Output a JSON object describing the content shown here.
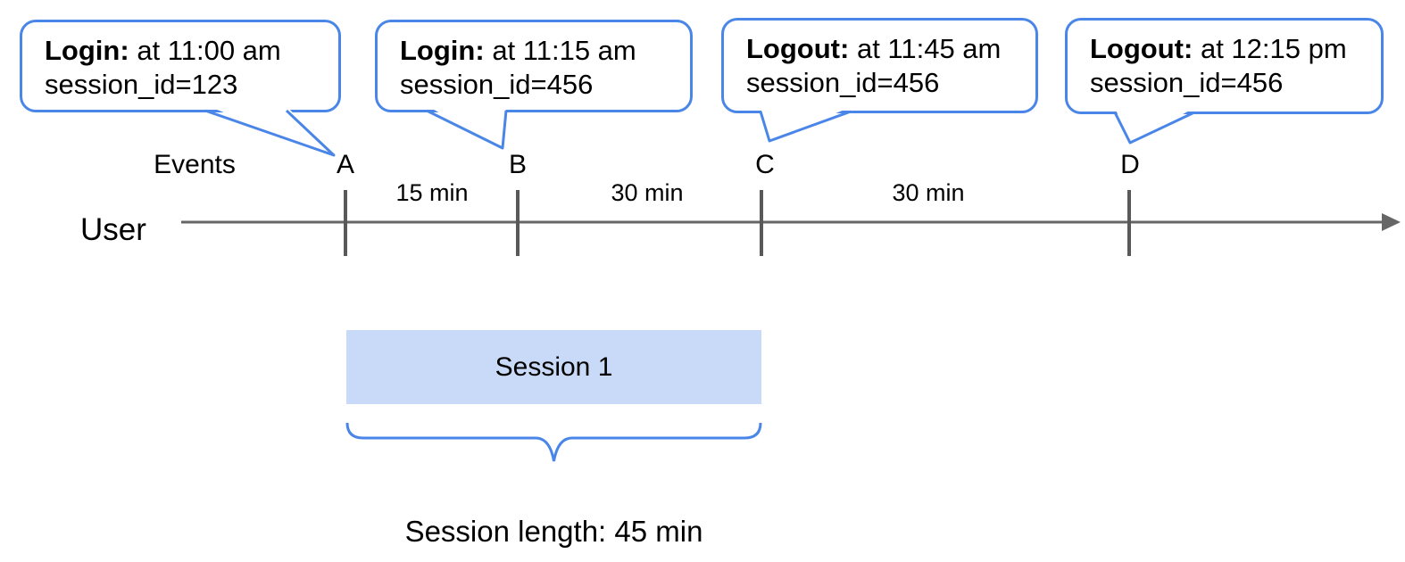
{
  "diagram": {
    "title_semantics": "User session events timeline",
    "axis": {
      "events_label": "Events",
      "user_label": "User"
    },
    "callouts": [
      {
        "event": "Login:",
        "detail": "at 11:00 am",
        "session_line": "session_id=123",
        "points_to": "A"
      },
      {
        "event": "Login:",
        "detail": "at 11:15 am",
        "session_line": "session_id=456",
        "points_to": "B"
      },
      {
        "event": "Logout:",
        "detail": "at 11:45 am",
        "session_line": "session_id=456",
        "points_to": "C"
      },
      {
        "event": "Logout:",
        "detail": "at 12:15 pm",
        "session_line": "session_id=456",
        "points_to": "D"
      }
    ],
    "points": [
      {
        "label": "A"
      },
      {
        "label": "B"
      },
      {
        "label": "C"
      },
      {
        "label": "D"
      }
    ],
    "intervals": [
      {
        "label": "15 min",
        "between": "A-B"
      },
      {
        "label": "30 min",
        "between": "B-C"
      },
      {
        "label": "30 min",
        "between": "C-D"
      }
    ],
    "session_bar": {
      "label": "Session 1"
    },
    "session_length": {
      "label": "Session length: 45 min"
    },
    "colors": {
      "accent_blue": "#4a86e8",
      "session_fill": "#c9daf8",
      "timeline_gray": "#666666",
      "tick_gray": "#595959",
      "text": "#000000"
    }
  }
}
